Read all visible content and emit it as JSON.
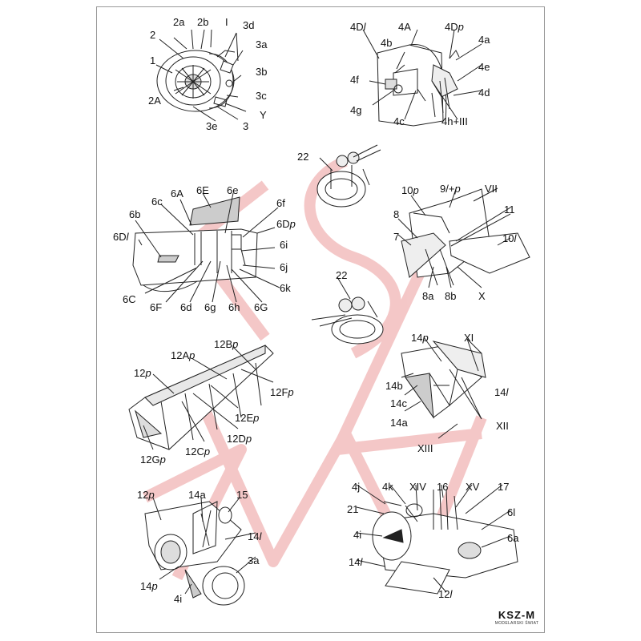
{
  "watermark": "KSZ-M",
  "brand": {
    "logo": "KSZ-M",
    "sub": "MODELARSKI ŚWIAT"
  },
  "colors": {
    "line": "#222222",
    "watermark": "#f3c2c2",
    "sheet_border": "#9a9a9a"
  },
  "labels": [
    {
      "text": "2a",
      "it": ""
    },
    {
      "text": "2b",
      "it": ""
    },
    {
      "text": "I",
      "it": ""
    },
    {
      "text": "3d",
      "it": ""
    },
    {
      "text": "2",
      "it": ""
    },
    {
      "text": "3a",
      "it": ""
    },
    {
      "text": "1",
      "it": ""
    },
    {
      "text": "3b",
      "it": ""
    },
    {
      "text": "2A",
      "it": ""
    },
    {
      "text": "3c",
      "it": ""
    },
    {
      "text": "Y",
      "it": ""
    },
    {
      "text": "3e",
      "it": ""
    },
    {
      "text": "3",
      "it": ""
    },
    {
      "text": "4D",
      "it": "l"
    },
    {
      "text": "4A",
      "it": ""
    },
    {
      "text": "4D",
      "it": "p"
    },
    {
      "text": "4b",
      "it": ""
    },
    {
      "text": "4a",
      "it": ""
    },
    {
      "text": "4e",
      "it": ""
    },
    {
      "text": "4f",
      "it": ""
    },
    {
      "text": "4d",
      "it": ""
    },
    {
      "text": "4g",
      "it": ""
    },
    {
      "text": "4c",
      "it": ""
    },
    {
      "text": "4h+III",
      "it": ""
    },
    {
      "text": "22",
      "it": ""
    },
    {
      "text": "6A",
      "it": ""
    },
    {
      "text": "6E",
      "it": ""
    },
    {
      "text": "6e",
      "it": ""
    },
    {
      "text": "6c",
      "it": ""
    },
    {
      "text": "6f",
      "it": ""
    },
    {
      "text": "6b",
      "it": ""
    },
    {
      "text": "6D",
      "it": "p"
    },
    {
      "text": "6D",
      "it": "l"
    },
    {
      "text": "6i",
      "it": ""
    },
    {
      "text": "6j",
      "it": ""
    },
    {
      "text": "6C",
      "it": ""
    },
    {
      "text": "6k",
      "it": ""
    },
    {
      "text": "6F",
      "it": ""
    },
    {
      "text": "6d",
      "it": ""
    },
    {
      "text": "6g",
      "it": ""
    },
    {
      "text": "6h",
      "it": ""
    },
    {
      "text": "6G",
      "it": ""
    },
    {
      "text": "10",
      "it": "p"
    },
    {
      "text": "9/+",
      "it": "p"
    },
    {
      "text": "VII",
      "it": ""
    },
    {
      "text": "11",
      "it": ""
    },
    {
      "text": "8",
      "it": ""
    },
    {
      "text": "7",
      "it": ""
    },
    {
      "text": "10",
      "it": "l"
    },
    {
      "text": "8a",
      "it": ""
    },
    {
      "text": "8b",
      "it": ""
    },
    {
      "text": "X",
      "it": ""
    },
    {
      "text": "22",
      "it": ""
    },
    {
      "text": "12B",
      "it": "p"
    },
    {
      "text": "12A",
      "it": "p"
    },
    {
      "text": "12",
      "it": "p"
    },
    {
      "text": "12F",
      "it": "p"
    },
    {
      "text": "12E",
      "it": "p"
    },
    {
      "text": "12D",
      "it": "p"
    },
    {
      "text": "12G",
      "it": "p"
    },
    {
      "text": "12C",
      "it": "p"
    },
    {
      "text": "14",
      "it": "p"
    },
    {
      "text": "XI",
      "it": ""
    },
    {
      "text": "14",
      "it": "l"
    },
    {
      "text": "14b",
      "it": ""
    },
    {
      "text": "14c",
      "it": ""
    },
    {
      "text": "14a",
      "it": ""
    },
    {
      "text": "XII",
      "it": ""
    },
    {
      "text": "XIII",
      "it": ""
    },
    {
      "text": "12",
      "it": "p"
    },
    {
      "text": "14a",
      "it": ""
    },
    {
      "text": "15",
      "it": ""
    },
    {
      "text": "14",
      "it": "l"
    },
    {
      "text": "3a",
      "it": ""
    },
    {
      "text": "14",
      "it": "p"
    },
    {
      "text": "4i",
      "it": ""
    },
    {
      "text": "4j",
      "it": ""
    },
    {
      "text": "4k",
      "it": ""
    },
    {
      "text": "XIV",
      "it": ""
    },
    {
      "text": "16",
      "it": ""
    },
    {
      "text": "XV",
      "it": ""
    },
    {
      "text": "17",
      "it": ""
    },
    {
      "text": "21",
      "it": ""
    },
    {
      "text": "6l",
      "it": ""
    },
    {
      "text": "4i",
      "it": ""
    },
    {
      "text": "6a",
      "it": ""
    },
    {
      "text": "14",
      "it": "l"
    },
    {
      "text": "12",
      "it": "l"
    }
  ]
}
